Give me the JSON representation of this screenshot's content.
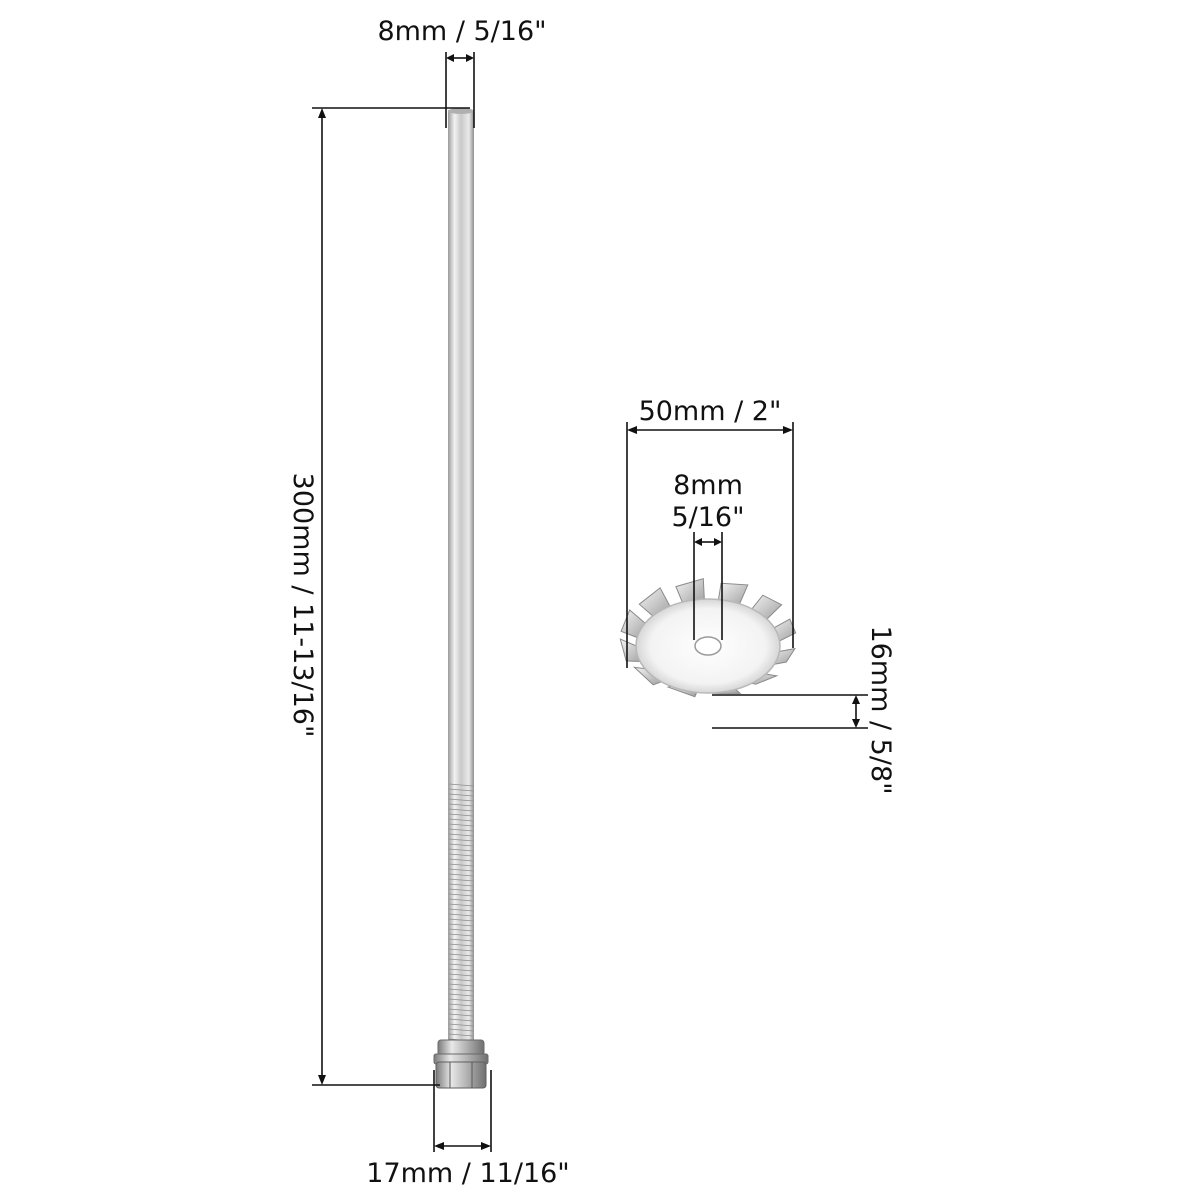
{
  "figure": {
    "background_color": "#ffffff",
    "line_color": "#111111",
    "metal_light": "#eeeeee",
    "metal_mid": "#c4c4c4",
    "metal_dark": "#8a8a8a"
  },
  "shaft": {
    "top_diameter_label": "8mm / 5/16\"",
    "length_label": "300mm / 11-13/16\"",
    "nut_width_label": "17mm / 11/16\""
  },
  "impeller": {
    "outer_diameter_label": "50mm / 2\"",
    "bore_label_line1": "8mm",
    "bore_label_line2": "5/16\"",
    "blade_height_label": "16mm / 5/8\""
  }
}
